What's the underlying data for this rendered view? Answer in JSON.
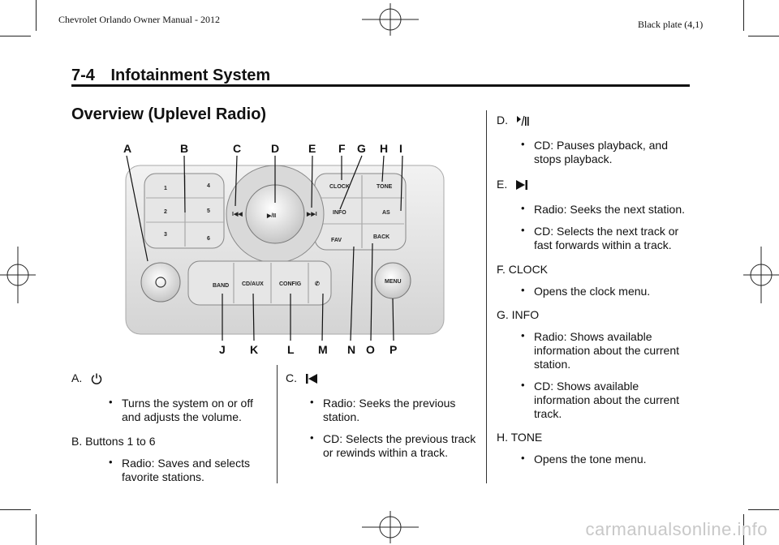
{
  "header": {
    "left": "Chevrolet Orlando Owner Manual - 2012",
    "right": "Black plate (4,1)"
  },
  "chapter": {
    "number": "7-4",
    "title": "Infotainment System"
  },
  "section_title": "Overview (Uplevel Radio)",
  "figure": {
    "callouts": [
      "A",
      "B",
      "C",
      "D",
      "E",
      "F",
      "G",
      "H",
      "I",
      "J",
      "K",
      "L",
      "M",
      "N",
      "O",
      "P"
    ],
    "panel_labels": {
      "b1": "1",
      "b2": "2",
      "b3": "3",
      "b4": "4",
      "b5": "5",
      "b6": "6",
      "clock": "CLOCK",
      "tone": "TONE",
      "info": "INFO",
      "as": "AS",
      "fav": "FAV",
      "back": "BACK",
      "band": "BAND",
      "cdaux": "CD/AUX",
      "config": "CONFIG",
      "menu": "MENU"
    }
  },
  "col1": {
    "a_label": "A.",
    "a_b1": "Turns the system on or off and adjusts the volume.",
    "b_label": "B.  Buttons 1 to 6",
    "b_b1": "Radio: Saves and selects favorite stations."
  },
  "col2": {
    "c_label": "C.",
    "c_b1": "Radio: Seeks the previous station.",
    "c_b2": "CD: Selects the previous track or rewinds within a track."
  },
  "col3": {
    "d_label": "D.",
    "d_b1": "CD: Pauses playback, and stops playback.",
    "e_label": "E.",
    "e_b1": "Radio: Seeks the next station.",
    "e_b2": "CD: Selects the next track or fast forwards within a track.",
    "f_label": "F.  CLOCK",
    "f_b1": "Opens the clock menu.",
    "g_label": "G.  INFO",
    "g_b1": "Radio: Shows available information about the current station.",
    "g_b2": "CD: Shows available information about the current track.",
    "h_label": "H.  TONE",
    "h_b1": "Opens the tone menu."
  },
  "footer": "carmanualsonline.info",
  "icons": [
    "power-icon",
    "seek-previous-icon",
    "play-pause-icon",
    "seek-next-icon",
    "phone-mute-icon",
    "crop-mark-icon"
  ]
}
